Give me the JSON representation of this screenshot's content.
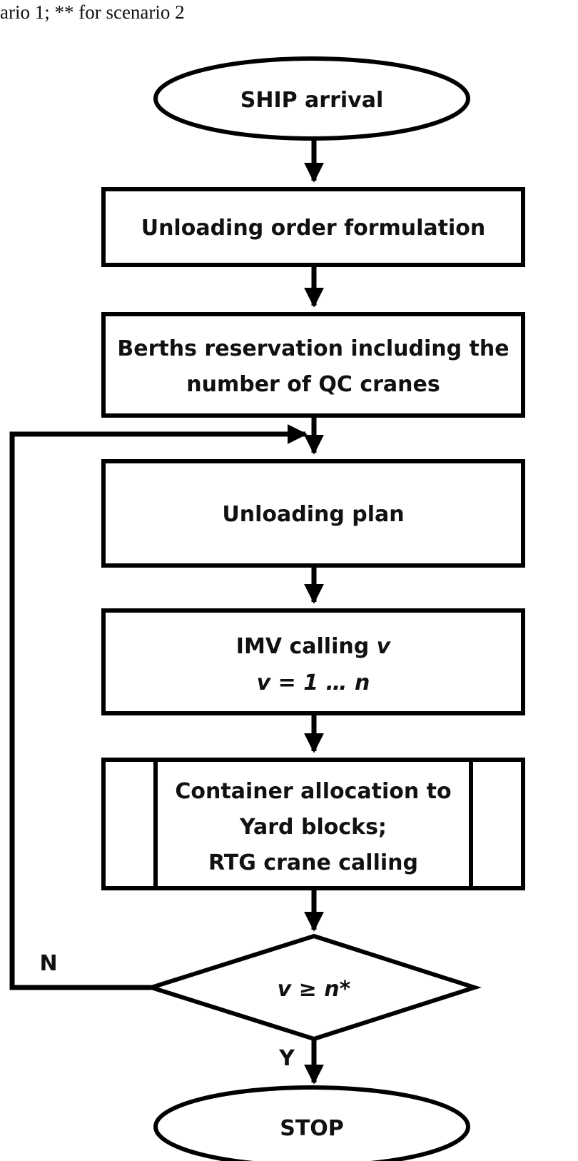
{
  "caption": "ario 1; ** for scenario 2",
  "nodes": {
    "start": {
      "label": "SHIP arrival"
    },
    "unloading_order": {
      "label": "Unloading order formulation"
    },
    "berths_reservation": {
      "lines": [
        "Berths reservation including the",
        "number of QC cranes"
      ]
    },
    "unloading_plan": {
      "label": "Unloading plan"
    },
    "imv_calling": {
      "line1_prefix": "IMV calling ",
      "line1_var": "v",
      "line2": "v = 1 … n"
    },
    "container_allocation": {
      "lines": [
        "Container allocation to",
        "Yard blocks;",
        "RTG crane calling"
      ]
    },
    "decision": {
      "label": "v ≥ n*"
    },
    "stop": {
      "label": "STOP"
    }
  },
  "edge_labels": {
    "no": "N",
    "yes": "Y"
  }
}
